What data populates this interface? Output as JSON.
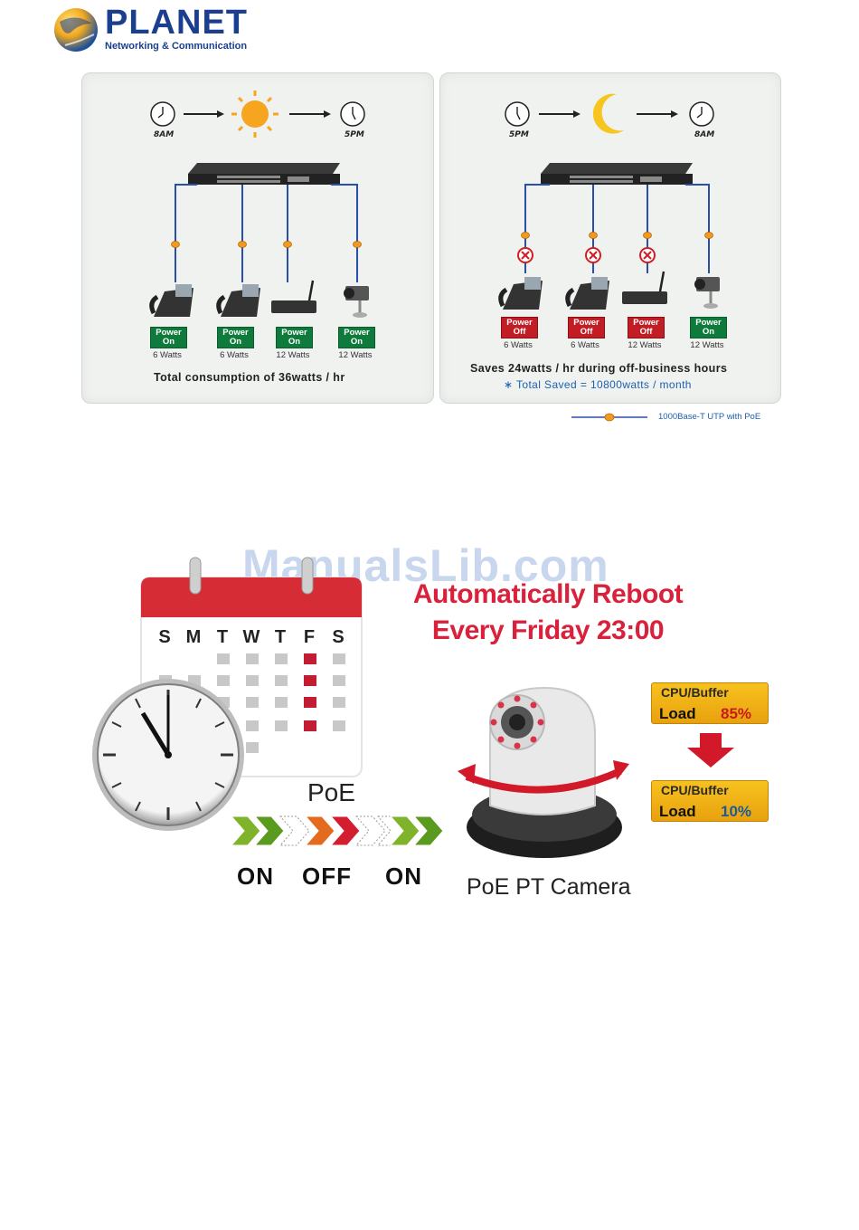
{
  "brand": {
    "name": "PLANET",
    "tagline": "Networking & Communication"
  },
  "day_panel": {
    "start_time": "8AM",
    "end_time": "5PM",
    "devices": [
      {
        "status": "Power On",
        "watts": "6 Watts"
      },
      {
        "status": "Power On",
        "watts": "6 Watts"
      },
      {
        "status": "Power On",
        "watts": "12 Watts"
      },
      {
        "status": "Power On",
        "watts": "12 Watts"
      }
    ],
    "summary": "Total consumption of 36watts / hr"
  },
  "night_panel": {
    "start_time": "5PM",
    "end_time": "8AM",
    "devices": [
      {
        "status": "Power Off",
        "watts": "6 Watts"
      },
      {
        "status": "Power Off",
        "watts": "6 Watts"
      },
      {
        "status": "Power Off",
        "watts": "12 Watts"
      },
      {
        "status": "Power On",
        "watts": "12 Watts"
      }
    ],
    "summary": "Saves 24watts / hr during off-business hours",
    "total_saved": "∗ Total Saved = 10800watts / month"
  },
  "legend": {
    "label": "1000Base-T UTP with PoE"
  },
  "watermark": "ManualsLib.com",
  "reboot": {
    "headline_line1": "Automatically Reboot",
    "headline_line2": "Every Friday 23:00",
    "weekdays": [
      "S",
      "M",
      "T",
      "W",
      "T",
      "F",
      "S"
    ],
    "poe_label": "PoE",
    "states": [
      "ON",
      "OFF",
      "ON"
    ],
    "camera_label": "PoE PT Camera",
    "load_title": "CPU/Buffer",
    "load_word": "Load",
    "load_before": "85%",
    "load_after": "10%"
  },
  "colors": {
    "brand_blue": "#1b3f8f",
    "power_on": "#0e7a3c",
    "power_off": "#c21d24",
    "headline_red": "#d9213b",
    "cable_blue": "#2a4fa8",
    "poe_orange": "#f39a1e"
  }
}
